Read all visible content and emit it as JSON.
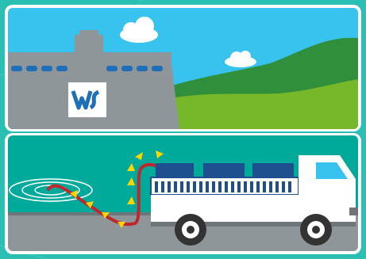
{
  "scene": {
    "logo": {
      "name": "water-utility-logo-icon",
      "text": ""
    },
    "colors": {
      "background_teal": "#2bbfb3",
      "sky": "#38c3ee",
      "dam": "#8f9699",
      "hill_dark": "#2f8f3a",
      "hill_light": "#76b82a",
      "water": "#00aa9b",
      "road": "#8f9699",
      "truck": "#ffffff",
      "tank": "#1e4f8f",
      "hose": "#c0262e",
      "arrows": "#ffd500",
      "wheel": "#333333"
    },
    "upper_panel": "dam-and-hills",
    "lower_panel": "truck-pumping-water",
    "tanks_count": 3
  }
}
